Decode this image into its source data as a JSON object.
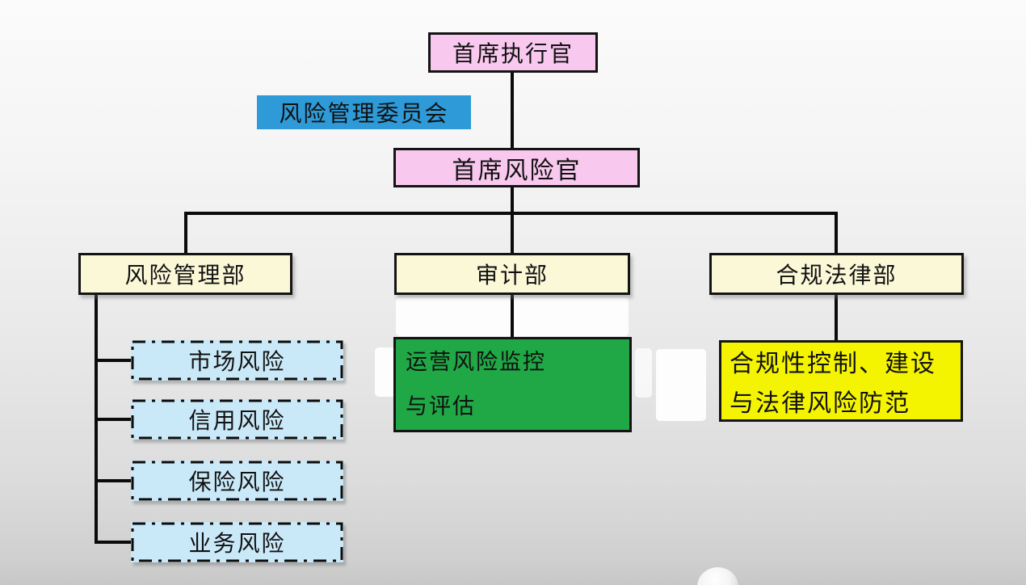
{
  "org": {
    "ceo": {
      "label": "首席执行官"
    },
    "committee": {
      "label": "风险管理委员会"
    },
    "cro": {
      "label": "首席风险官"
    },
    "risk_dept": {
      "label": "风险管理部"
    },
    "audit_dept": {
      "label": "审计部"
    },
    "legal_dept": {
      "label": "合规法律部"
    },
    "risk_items": [
      {
        "label": "市场风险"
      },
      {
        "label": "信用风险"
      },
      {
        "label": "保险风险"
      },
      {
        "label": "业务风险"
      }
    ],
    "audit_child": {
      "lines": [
        "运营风险监控",
        "与评估"
      ]
    },
    "legal_child": {
      "lines": [
        "合规性控制、建设",
        "与法律风险防范"
      ]
    }
  },
  "colors": {
    "pink": "#f8c8ee",
    "blue": "#2e9ad8",
    "cream": "#fbf8d8",
    "light_blue": "#c9e8f8",
    "green": "#1fa845",
    "yellow": "#f4f400",
    "connector": "#0b0b0b"
  }
}
